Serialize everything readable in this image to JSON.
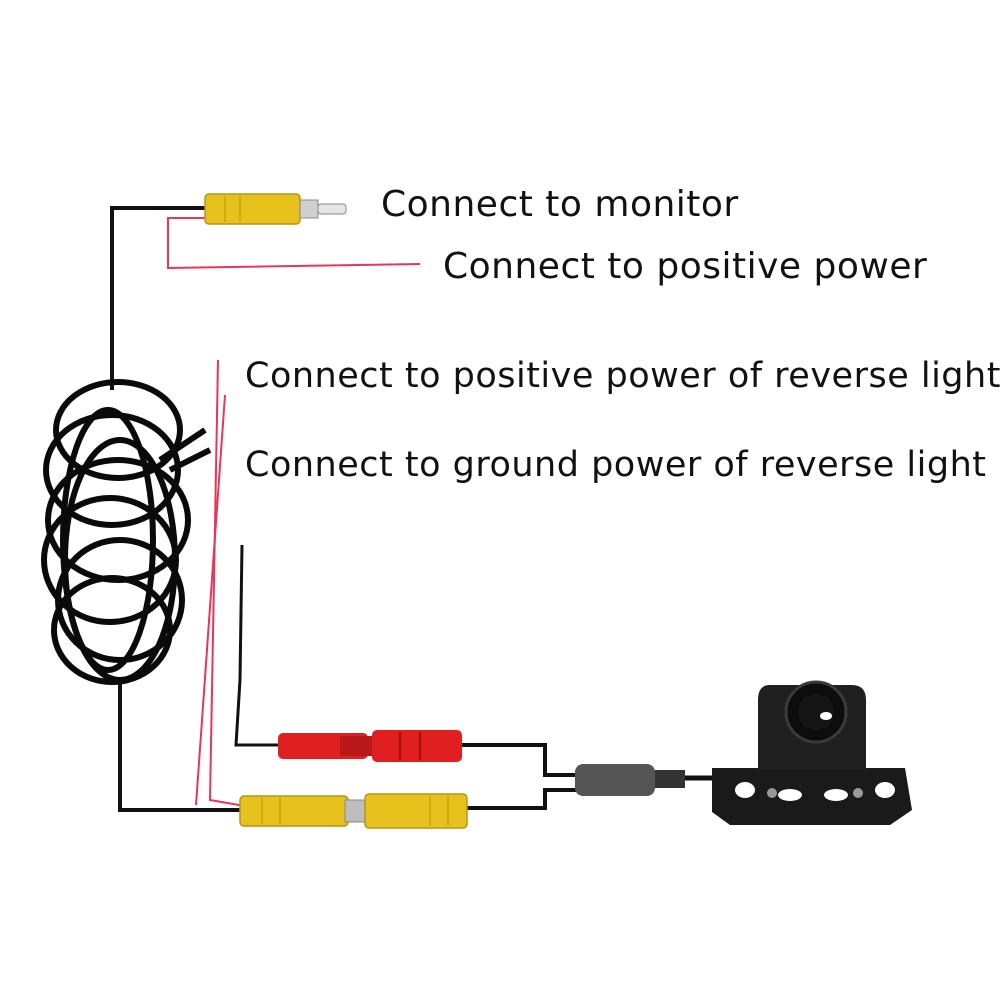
{
  "labels": {
    "monitor": "Connect to monitor",
    "positive_power": "Connect to positive power",
    "reverse_light_positive": "Connect to positive power of reverse light",
    "reverse_light_ground": "Connect to ground power of reverse light"
  },
  "colors": {
    "cable": "#111111",
    "red_wire": "#e8365a",
    "rca_yellow": "#e8c21c",
    "power_red": "#e02020",
    "camera_body": "#1a1a1a"
  },
  "icons": [
    "camera-icon",
    "rca-plug-icon",
    "dc-power-connector-icon",
    "coiled-cable-icon"
  ]
}
